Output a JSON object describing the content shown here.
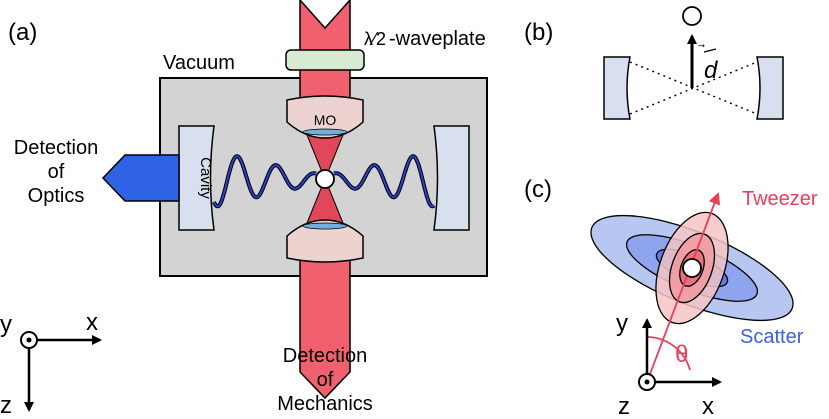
{
  "panels": {
    "a": "(a)",
    "b": "(b)",
    "c": "(c)"
  },
  "panel_a": {
    "vacuum_label": "Vacuum",
    "waveplate_frac": "λ⁄2",
    "waveplate_label": "-waveplate",
    "mo_label": "MO",
    "cavity_label": "Cavity",
    "detection_optics_line1": "Detection",
    "detection_optics_line2": "of",
    "detection_optics_line3": "Optics",
    "detection_mechanics_line1": "Detection",
    "detection_mechanics_line2": "of",
    "detection_mechanics_line3": "Mechanics",
    "axes": {
      "y": "y",
      "x": "x",
      "z": "z"
    }
  },
  "panel_b": {
    "dipole_label": "d"
  },
  "panel_c": {
    "tweezer_label": "Tweezer",
    "scatter_label": "Scatter",
    "theta_label": "θ",
    "axes": {
      "y": "y",
      "x": "x",
      "z": "z"
    }
  },
  "colors": {
    "laser_red": "#f0606e",
    "laser_red_dark": "#e0485a",
    "vacuum_gray": "#d3d3d3",
    "mirror_blue": "#d8dfee",
    "detector_blue": "#2e63e8",
    "waveplate_green": "#d9ead3",
    "objective_pink": "#ecd3d0",
    "tweezer_text": "#e8405a",
    "scatter_text": "#3a5ee0",
    "standing_wave": "#2b3fc9"
  }
}
